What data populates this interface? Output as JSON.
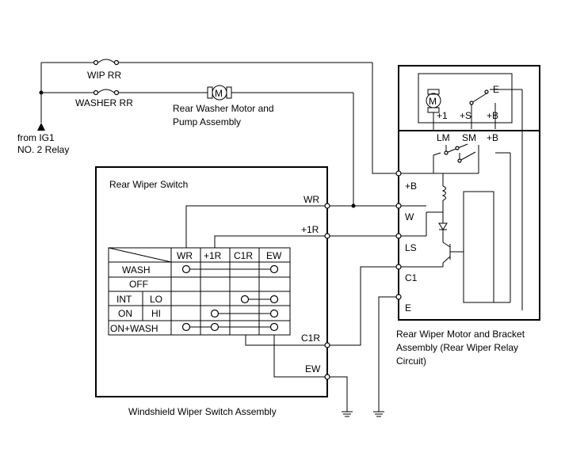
{
  "fuses": {
    "wip_rr": "WIP RR",
    "washer_rr": "WASHER RR"
  },
  "source": {
    "line1": "from IG1",
    "line2": "NO. 2 Relay"
  },
  "washer_motor": {
    "line1": "Rear Washer Motor and",
    "line2": "Pump Assembly",
    "symbol": "M"
  },
  "switch_box": {
    "title": "Rear Wiper Switch",
    "terminals": {
      "wr": "WR",
      "plus1r": "+1R",
      "c1r": "C1R",
      "ew": "EW"
    }
  },
  "switch_table": {
    "headers": [
      "WR",
      "+1R",
      "C1R",
      "EW"
    ],
    "rows": {
      "wash": "WASH",
      "off": "OFF",
      "int": "INT",
      "lo": "LO",
      "on": "ON",
      "hi": "HI",
      "onwash": "ON+WASH"
    }
  },
  "motor_assembly": {
    "motor_symbol": "M",
    "inner_terms": {
      "e": "E",
      "p1": "+1",
      "ps": "+S",
      "pb": "+B"
    },
    "relay_terms": {
      "lm": "LM",
      "sm": "SM",
      "pb": "+B"
    },
    "connector_terms": {
      "pb": "+B",
      "w": "W",
      "ls": "LS",
      "c1": "C1",
      "e": "E"
    },
    "caption": {
      "line1": "Rear Wiper Motor and Bracket",
      "line2": "Assembly (Rear Wiper Relay",
      "line3": "Circuit)"
    }
  },
  "bottom_caption": "Windshield Wiper Switch Assembly"
}
